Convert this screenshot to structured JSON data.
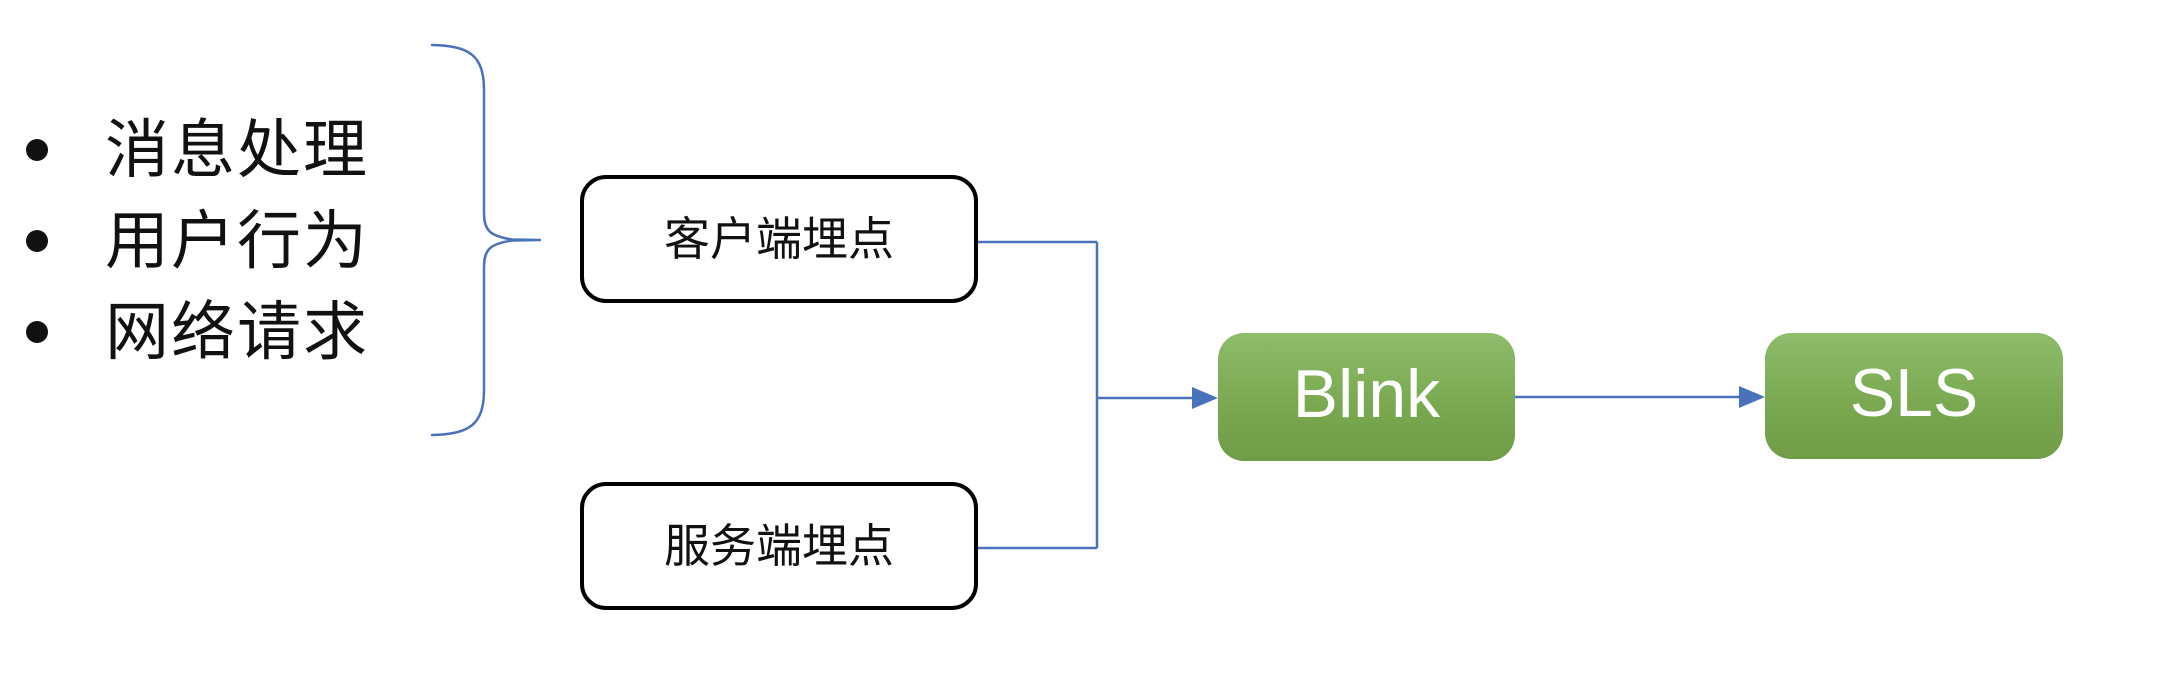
{
  "colors": {
    "connector_blue": "#4A72BC",
    "node_green_top": "#8EBD6B",
    "node_green_mid": "#7AA951",
    "node_green_bottom": "#709C47",
    "box_border": "#000000",
    "text_dark": "#111111",
    "node_text": "#FFFFFF"
  },
  "bullet_list": {
    "items": [
      {
        "label": "消息处理"
      },
      {
        "label": "用户行为"
      },
      {
        "label": "网络请求"
      }
    ]
  },
  "sources": {
    "client": {
      "label": "客户端埋点"
    },
    "server": {
      "label": "服务端埋点"
    }
  },
  "pipeline": {
    "blink": {
      "label": "Blink"
    },
    "sls": {
      "label": "SLS"
    }
  }
}
